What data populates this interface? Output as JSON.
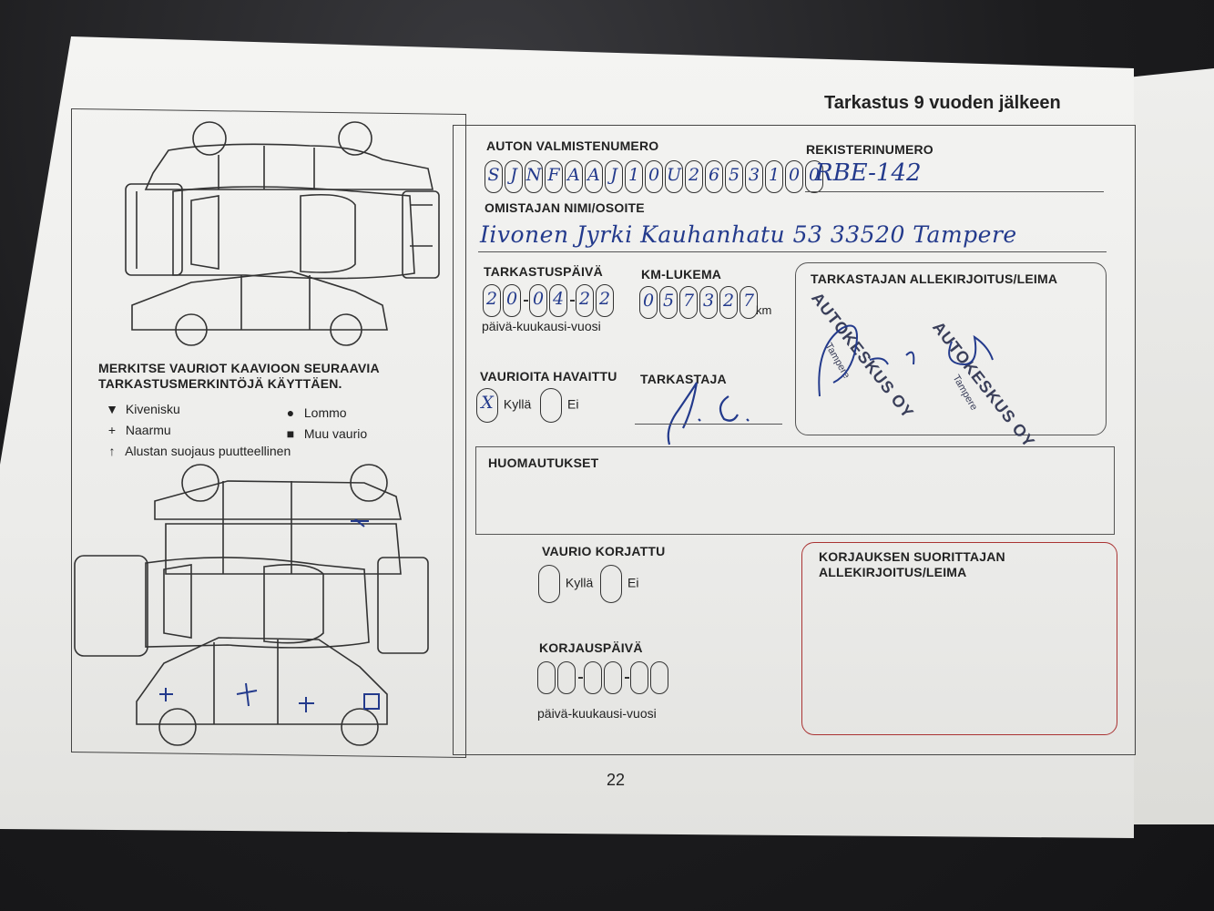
{
  "header": {
    "title": "Tarkastus 9 vuoden jälkeen"
  },
  "legend": {
    "heading_line1": "MERKITSE VAURIOT KAAVIOON SEURAAVIA",
    "heading_line2": "TARKASTUSMERKINTÖJÄ KÄYTTÄEN.",
    "kivenisku": "Kivenisku",
    "naarmu": "Naarmu",
    "alusta": "Alustan suojaus puutteellinen",
    "lommo": "Lommo",
    "muu": "Muu vaurio",
    "sym_kivenisku": "▼",
    "sym_naarmu": "+",
    "sym_alusta": "↑",
    "sym_lommo": "●",
    "sym_muu": "■"
  },
  "form": {
    "vin_label": "AUTON VALMISTENUMERO",
    "vin_chars": [
      "S",
      "J",
      "N",
      "F",
      "A",
      "A",
      "J",
      "1",
      "0",
      "U",
      "2",
      "6",
      "5",
      "3",
      "1",
      "0",
      "0"
    ],
    "reg_label": "REKISTERINUMERO",
    "reg_value": "RBE-142",
    "owner_label": "OMISTAJAN NIMI/OSOITE",
    "owner_value": "Iivonen Jyrki Kauhanhatu 53 33520 Tampere",
    "date_label": "TARKASTUSPÄIVÄ",
    "date_digits": [
      "2",
      "0",
      "0",
      "4",
      "2",
      "2"
    ],
    "date_hint": "päivä-kuukausi-vuosi",
    "km_label": "KM-LUKEMA",
    "km_digits": [
      "0",
      "5",
      "7",
      "3",
      "2",
      "7"
    ],
    "km_unit": "km",
    "sig_label": "TARKASTAJAN ALLEKIRJOITUS/LEIMA",
    "stamp_text": "AUTOKESKUS OY",
    "stamp_city": "Tampere",
    "damage_label": "VAURIOITA HAVAITTU",
    "yes": "Kyllä",
    "no": "Ei",
    "damage_mark": "X",
    "inspector_label": "TARKASTAJA",
    "notes_label": "HUOMAUTUKSET",
    "repaired_label": "VAURIO KORJATTU",
    "repair_sig_label_1": "KORJAUKSEN SUORITTAJAN",
    "repair_sig_label_2": "ALLEKIRJOITUS/LEIMA",
    "repair_date_label": "KORJAUSPÄIVÄ",
    "repair_date_hint": "päivä-kuukausi-vuosi"
  },
  "footer": {
    "page_number": "22"
  }
}
